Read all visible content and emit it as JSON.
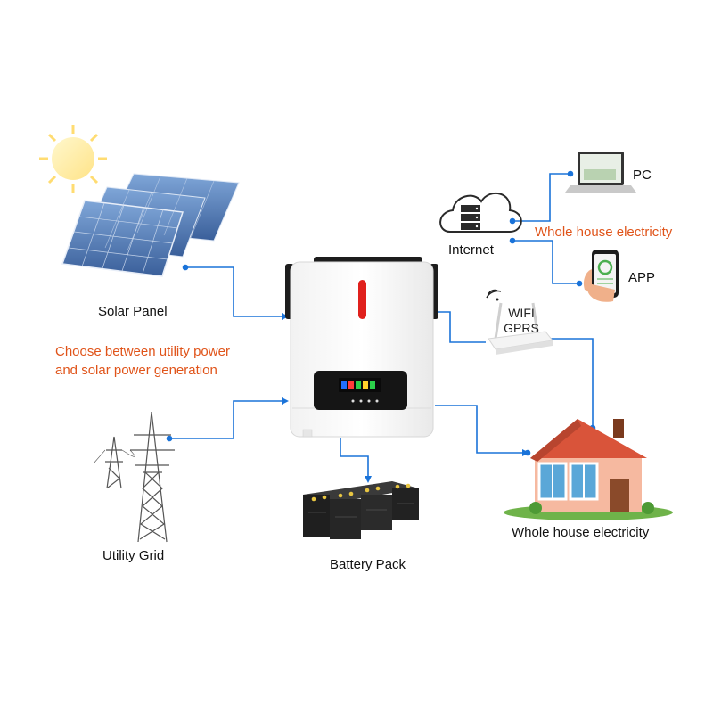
{
  "labels": {
    "solar_panel": "Solar Panel",
    "utility_grid": "Utility Grid",
    "battery_pack": "Battery Pack",
    "whole_house": "Whole house electricity",
    "internet": "Internet",
    "pc": "PC",
    "app": "APP",
    "wifi": "WIFI",
    "gprs": "GPRS",
    "remote_house": "Whole house electricity"
  },
  "note": {
    "line1": "Choose between utility power",
    "line2": "and solar power generation"
  },
  "colors": {
    "connector": "#1a73d9",
    "accent_text": "#e0541a",
    "inverter_led": "#e0201c"
  },
  "icons": [
    "sun-icon",
    "solar-panel-icon",
    "power-tower-icon",
    "inverter-icon",
    "battery-pack-icon",
    "house-icon",
    "cloud-server-icon",
    "laptop-icon",
    "smartphone-icon",
    "wifi-router-icon"
  ]
}
